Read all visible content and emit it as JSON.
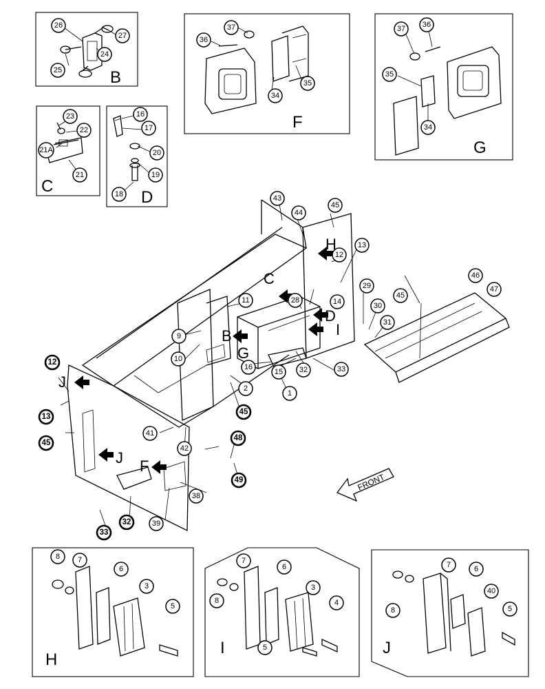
{
  "views": {
    "B": {
      "letter": "B"
    },
    "C": {
      "letter": "C"
    },
    "D": {
      "letter": "D"
    },
    "F": {
      "letter": "F"
    },
    "G": {
      "letter": "G"
    },
    "H": {
      "letter": "H"
    },
    "I": {
      "letter": "I"
    },
    "J": {
      "letter": "J"
    }
  },
  "main_letters": {
    "B": "B",
    "C": "C",
    "D": "D",
    "F": "F",
    "G": "G",
    "H": "H",
    "I": "I",
    "J1": "J",
    "J2": "J"
  },
  "front_label": "FRONT",
  "callouts": [
    {
      "id": "b26",
      "label": "26"
    },
    {
      "id": "b27",
      "label": "27"
    },
    {
      "id": "b24",
      "label": "24"
    },
    {
      "id": "b25a",
      "label": "25"
    },
    {
      "id": "c23",
      "label": "23"
    },
    {
      "id": "c22",
      "label": "22"
    },
    {
      "id": "c21a",
      "label": "21A"
    },
    {
      "id": "c21",
      "label": "21"
    },
    {
      "id": "d16",
      "label": "16"
    },
    {
      "id": "d17",
      "label": "17"
    },
    {
      "id": "d20",
      "label": "20"
    },
    {
      "id": "d19",
      "label": "19"
    },
    {
      "id": "d18",
      "label": "18"
    },
    {
      "id": "f37",
      "label": "37"
    },
    {
      "id": "f36",
      "label": "36"
    },
    {
      "id": "f34",
      "label": "34"
    },
    {
      "id": "f35",
      "label": "35"
    },
    {
      "id": "g37",
      "label": "37"
    },
    {
      "id": "g36",
      "label": "36"
    },
    {
      "id": "g35",
      "label": "35"
    },
    {
      "id": "g34",
      "label": "34"
    },
    {
      "id": "m43",
      "label": "43"
    },
    {
      "id": "m44",
      "label": "44"
    },
    {
      "id": "m45a",
      "label": "45"
    },
    {
      "id": "m13a",
      "label": "13"
    },
    {
      "id": "m12a",
      "label": "12"
    },
    {
      "id": "m11",
      "label": "11"
    },
    {
      "id": "m28",
      "label": "28"
    },
    {
      "id": "m14",
      "label": "14"
    },
    {
      "id": "m29",
      "label": "29"
    },
    {
      "id": "m30",
      "label": "30"
    },
    {
      "id": "m31",
      "label": "31"
    },
    {
      "id": "m46",
      "label": "46"
    },
    {
      "id": "m47",
      "label": "47"
    },
    {
      "id": "m45b",
      "label": "45"
    },
    {
      "id": "m9",
      "label": "9"
    },
    {
      "id": "m10",
      "label": "10"
    },
    {
      "id": "m16",
      "label": "16"
    },
    {
      "id": "m15",
      "label": "15"
    },
    {
      "id": "m32a",
      "label": "32"
    },
    {
      "id": "m33a",
      "label": "33"
    },
    {
      "id": "m1",
      "label": "1"
    },
    {
      "id": "m2",
      "label": "2"
    },
    {
      "id": "m45c",
      "label": "45"
    },
    {
      "id": "m41",
      "label": "41"
    },
    {
      "id": "m42",
      "label": "42"
    },
    {
      "id": "m48",
      "label": "48"
    },
    {
      "id": "m49",
      "label": "49"
    },
    {
      "id": "m38",
      "label": "38"
    },
    {
      "id": "m39",
      "label": "39"
    },
    {
      "id": "m32b",
      "label": "32"
    },
    {
      "id": "m33b",
      "label": "33"
    },
    {
      "id": "m12b",
      "label": "12"
    },
    {
      "id": "m13b",
      "label": "13"
    },
    {
      "id": "m45d",
      "label": "45"
    },
    {
      "id": "h8",
      "label": "8"
    },
    {
      "id": "h7",
      "label": "7"
    },
    {
      "id": "h6",
      "label": "6"
    },
    {
      "id": "h3",
      "label": "3"
    },
    {
      "id": "h5",
      "label": "5"
    },
    {
      "id": "i7",
      "label": "7"
    },
    {
      "id": "i8",
      "label": "8"
    },
    {
      "id": "i6",
      "label": "6"
    },
    {
      "id": "i3",
      "label": "3"
    },
    {
      "id": "i4",
      "label": "4"
    },
    {
      "id": "i5",
      "label": "5"
    },
    {
      "id": "j7",
      "label": "7"
    },
    {
      "id": "j6",
      "label": "6"
    },
    {
      "id": "j8",
      "label": "8"
    },
    {
      "id": "j40",
      "label": "40"
    },
    {
      "id": "j5",
      "label": "5"
    },
    {
      "id": "b25b",
      "label": "25"
    }
  ]
}
